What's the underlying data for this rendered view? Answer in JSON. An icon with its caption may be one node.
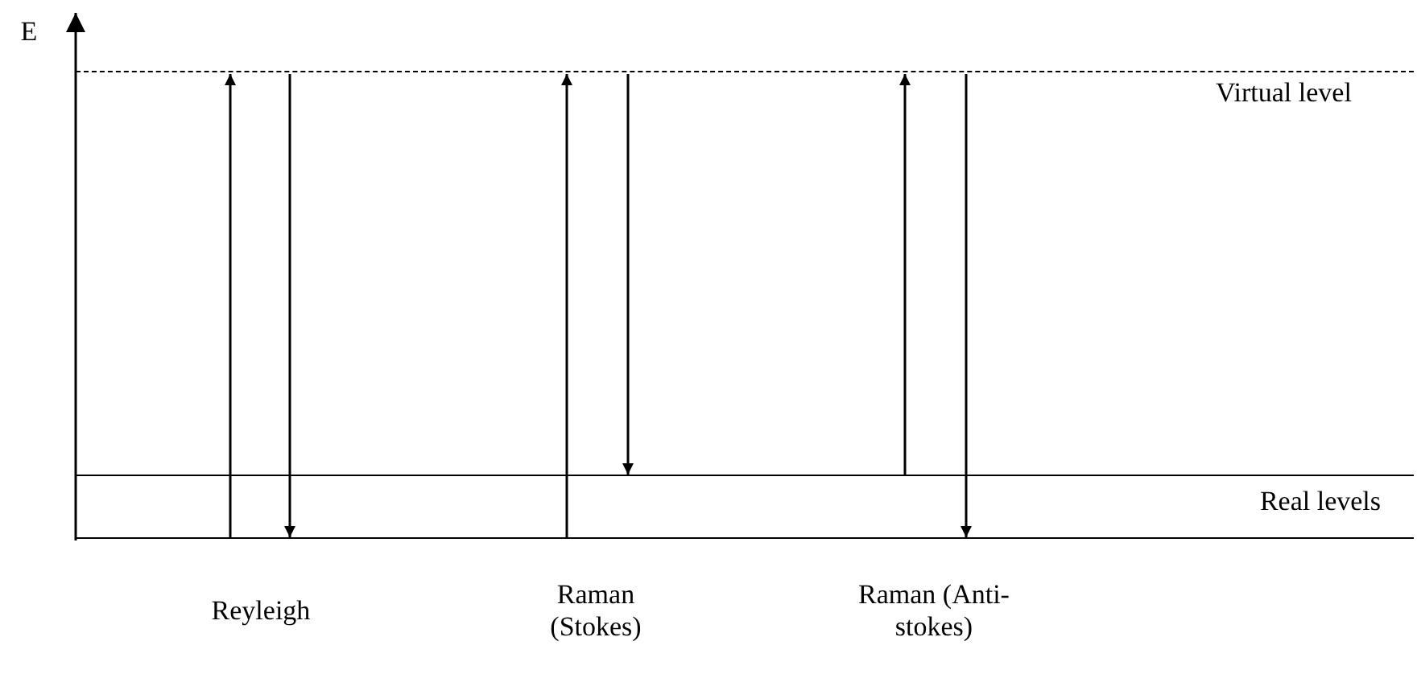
{
  "diagram": {
    "nodes": [
      {
        "text": [],
        "shape": "bar",
        "beside": [
          "Virtual level"
        ]
      },
      {
        "text": [],
        "shape": "bar"
      },
      {
        "text": [],
        "shape": "bar"
      }
    ],
    "edges": [
      {
        "from": 2,
        "to": 0,
        "arrow": "to"
      },
      {
        "from": 0,
        "to": 2,
        "arrow": "to"
      },
      {
        "from": 2,
        "to": 0,
        "arrow": "to"
      },
      {
        "from": 0,
        "to": 1,
        "arrow": "to"
      },
      {
        "from": 1,
        "to": 0,
        "arrow": "to"
      },
      {
        "from": 0,
        "to": 2,
        "arrow": "to"
      }
    ],
    "labels": [
      "E",
      "Real levels",
      "Reyleigh",
      "Raman (Stokes)",
      "Raman (Anti-stokes)"
    ]
  }
}
